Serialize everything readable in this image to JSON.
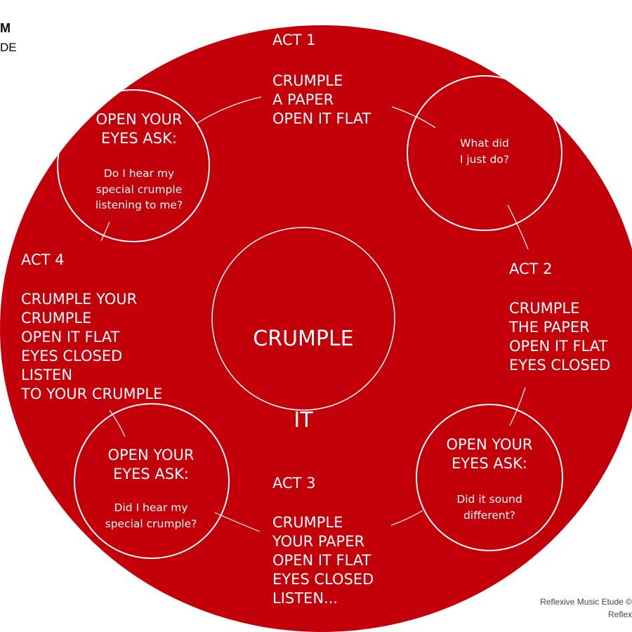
{
  "header": {
    "line1": "M",
    "line2": "DE"
  },
  "footer": {
    "line1": "Reflexive Music Etude ©",
    "line2": "Reflex"
  },
  "center": {
    "line1": "CRUMPLE",
    "line2": "IT"
  },
  "acts": [
    {
      "heading": "ACT 1",
      "body": "CRUMPLE\nA PAPER\nOPEN IT FLAT"
    },
    {
      "heading": "ACT 2",
      "body": "CRUMPLE\nTHE PAPER\nOPEN IT FLAT\nEYES CLOSED"
    },
    {
      "heading": "ACT 3",
      "body": "CRUMPLE\nYOUR PAPER\nOPEN IT FLAT\nEYES CLOSED\nLISTEN..."
    },
    {
      "heading": "ACT 4",
      "body": "CRUMPLE YOUR\nCRUMPLE\nOPEN IT FLAT\nEYES CLOSED\nLISTEN\nTO YOUR CRUMPLE"
    }
  ],
  "questions": [
    {
      "prompt": "",
      "question": "What did\nI just do?"
    },
    {
      "prompt": "OPEN YOUR\nEYES ASK:",
      "question": "Did it sound\ndifferent?"
    },
    {
      "prompt": "OPEN YOUR\nEYES ASK:",
      "question": "Did I hear my\nspecial crumple?"
    },
    {
      "prompt": "OPEN YOUR\nEYES ASK:",
      "question": "Do I hear my\nspecial crumple\nlistening to me?"
    }
  ],
  "colors": {
    "disc": "#c3000a",
    "stroke": "#ffffff",
    "background": "#ffffff"
  }
}
